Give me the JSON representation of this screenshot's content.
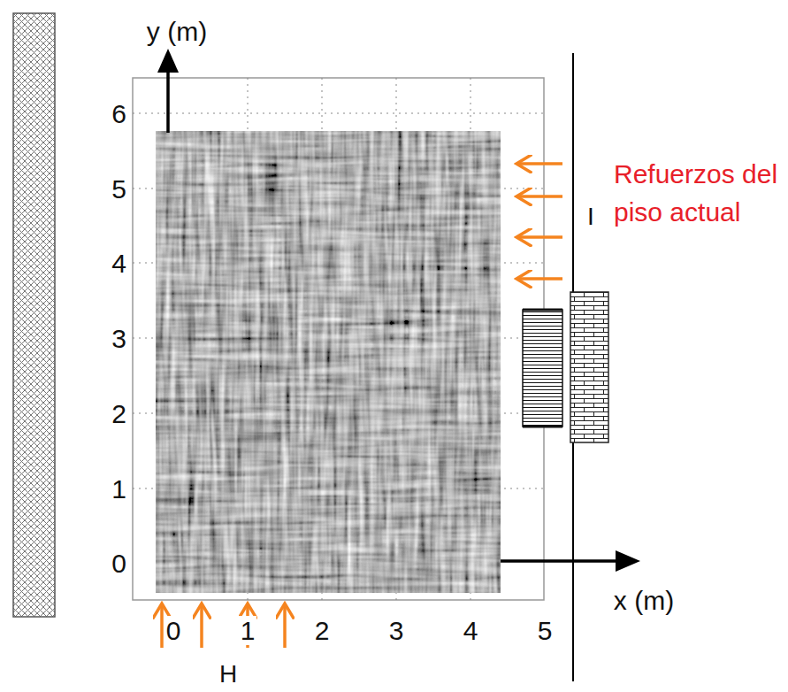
{
  "diagram": {
    "labels": [
      "y (m)",
      "6",
      "5",
      "4",
      "3",
      "2",
      "1",
      "0",
      "Refuerzos del piso actual",
      "I",
      "x (m)",
      "0",
      "1",
      "2",
      "3",
      "4",
      "5",
      "H"
    ]
  }
}
